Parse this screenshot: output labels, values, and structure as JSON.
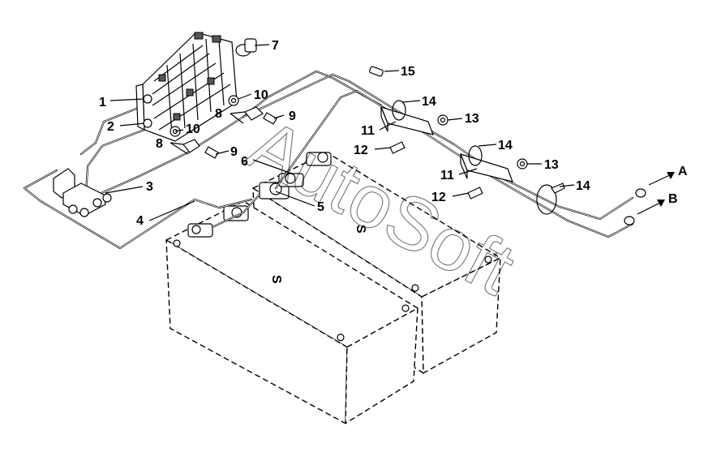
{
  "callouts": {
    "n1": "1",
    "n2": "2",
    "n3": "3",
    "n4": "4",
    "n5": "5",
    "n6": "6",
    "n7": "7",
    "n8a": "8",
    "n8b": "8",
    "n9a": "9",
    "n9b": "9",
    "n10a": "10",
    "n10b": "10",
    "n11a": "11",
    "n11b": "11",
    "n12a": "12",
    "n12b": "12",
    "n13a": "13",
    "n13b": "13",
    "n14a": "14",
    "n14b": "14",
    "n14c": "14",
    "n15": "15"
  },
  "connections": {
    "a": "A",
    "b": "B"
  },
  "battery_marks": {
    "left": "S",
    "right": "S"
  },
  "watermark": "AutoSoft"
}
